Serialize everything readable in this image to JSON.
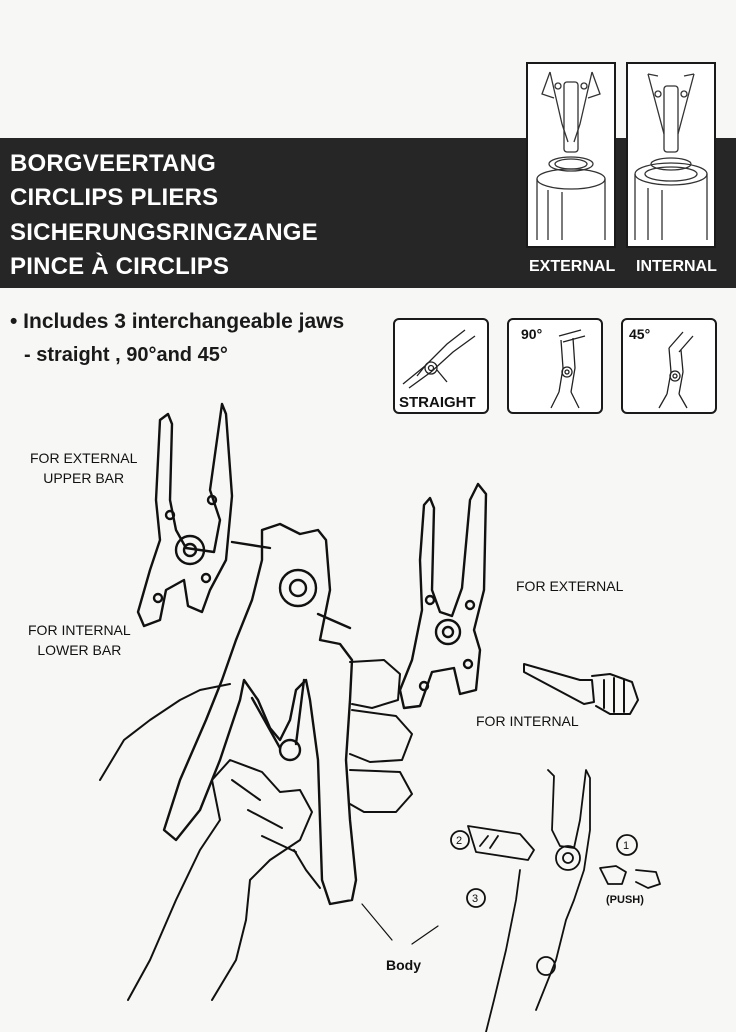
{
  "header": {
    "titles": [
      "BORGVEERTANG",
      "CIRCLIPS PLIERS",
      "SICHERUNGSRINGZANGE",
      "PINCE À CIRCLIPS"
    ],
    "insets": [
      {
        "label": "EXTERNAL",
        "icon": "external-circlip-pliers-icon"
      },
      {
        "label": "INTERNAL",
        "icon": "internal-circlip-pliers-icon"
      }
    ]
  },
  "features": {
    "line1": "• Includes 3 interchangeable jaws",
    "line2": "- straight , 90°and 45°"
  },
  "jaws": [
    {
      "label": "STRAIGHT",
      "icon": "straight-jaw-icon"
    },
    {
      "label": "90°",
      "icon": "90-degree-jaw-icon"
    },
    {
      "label": "45°",
      "icon": "45-degree-jaw-icon"
    }
  ],
  "callouts": {
    "upper_bar": "FOR EXTERNAL\nUPPER BAR",
    "lower_bar": "FOR INTERNAL\nLOWER BAR",
    "for_external": "FOR EXTERNAL",
    "for_internal": "FOR INTERNAL",
    "body": "Body",
    "push": "(PUSH)",
    "step1": "1",
    "step2": "2",
    "step3": "3"
  },
  "colors": {
    "band": "#262626",
    "ink": "#111111",
    "paper": "#f7f7f5"
  }
}
